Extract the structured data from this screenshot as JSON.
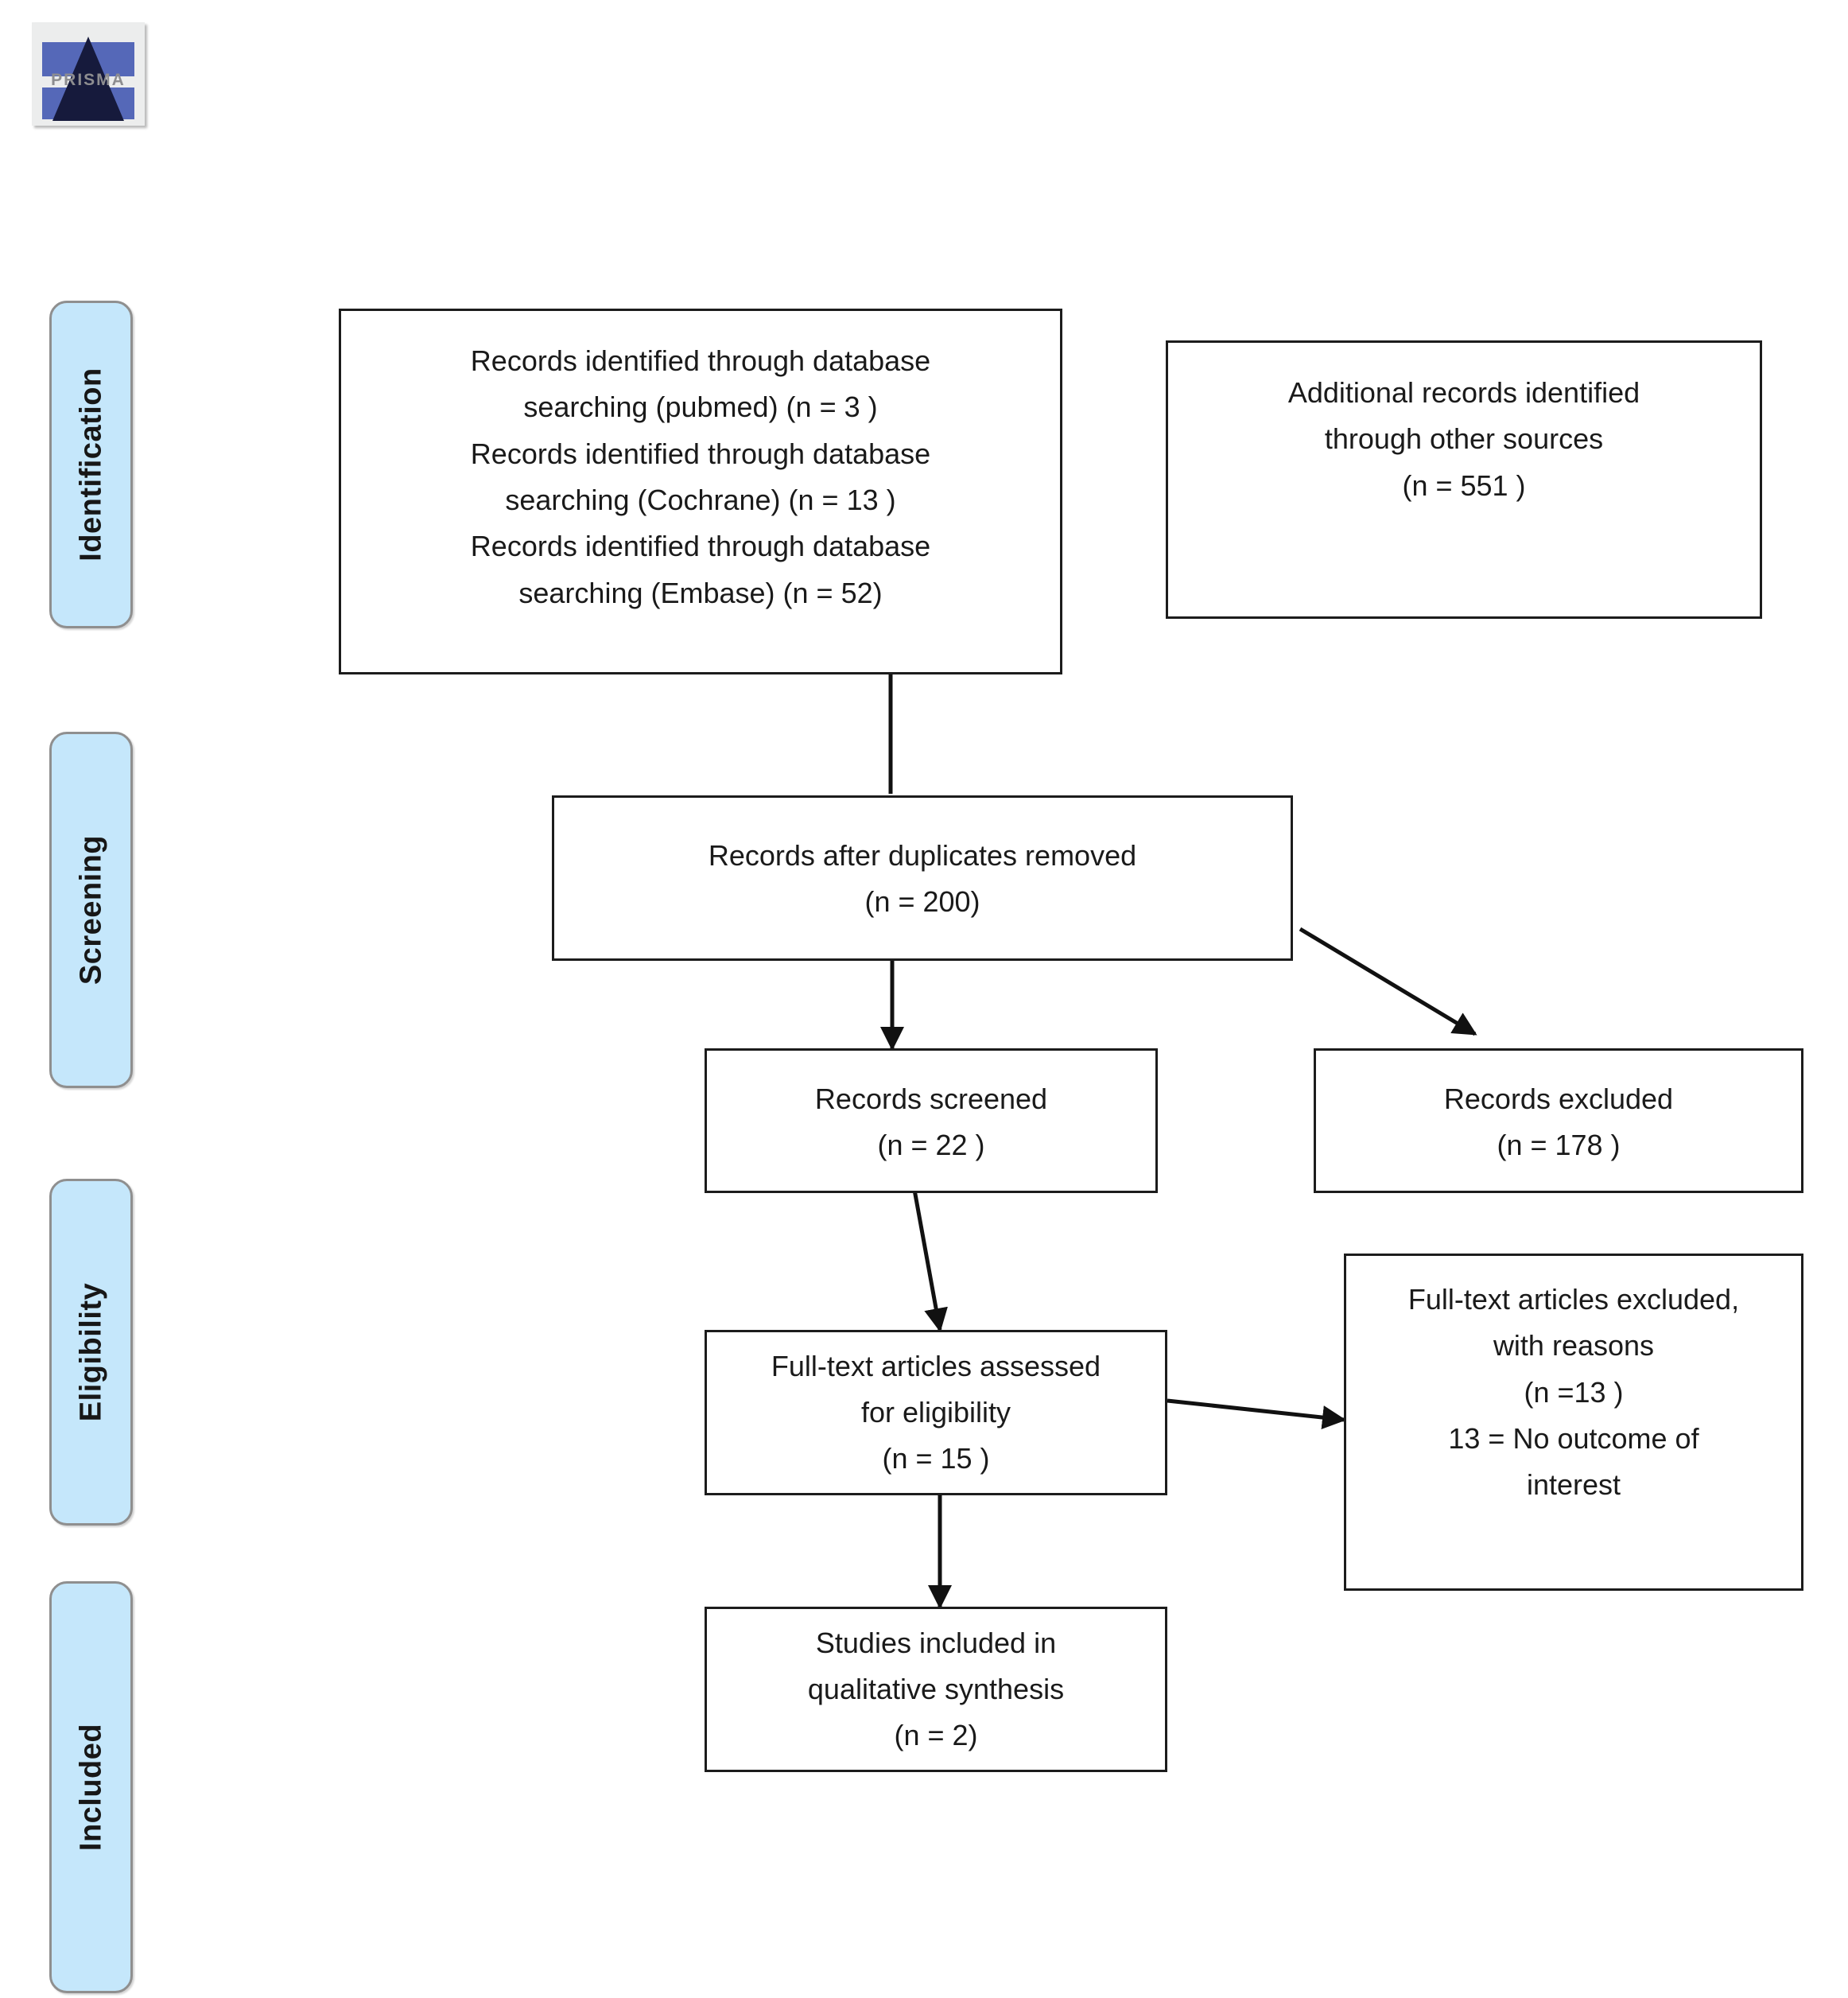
{
  "logo": {
    "wordmark": "PRISMA",
    "band_color": "#5568b8",
    "pyramid_color": "#161a3c"
  },
  "stages": [
    {
      "label": "Identification"
    },
    {
      "label": "Screening"
    },
    {
      "label": "Eligibility"
    },
    {
      "label": "Included"
    }
  ],
  "stage_style": {
    "fill": "#c5e7fb",
    "border": "#8f8f8f"
  },
  "boxes": {
    "database_search": {
      "lines": [
        "Records identified through database",
        "searching (pubmed) (n =  3  )",
        "Records identified through database",
        "searching (Cochrane) (n =  13 )",
        "Records identified through database",
        "searching (Embase) (n =  52)"
      ]
    },
    "other_sources": {
      "lines": [
        "Additional records identified",
        "through other sources",
        "(n =  551 )"
      ]
    },
    "duplicates_removed": {
      "lines": [
        "Records after duplicates removed",
        "(n = 200)"
      ]
    },
    "records_screened": {
      "lines": [
        "Records screened",
        "(n = 22 )"
      ]
    },
    "records_excluded": {
      "lines": [
        "Records excluded",
        "(n = 178 )"
      ]
    },
    "fulltext_assessed": {
      "lines": [
        "Full-text articles assessed",
        "for eligibility",
        "(n = 15 )"
      ]
    },
    "fulltext_excluded": {
      "lines": [
        "Full-text articles excluded,",
        "with reasons",
        "(n =13  )",
        "13 = No outcome of",
        "interest"
      ]
    },
    "studies_included": {
      "lines": [
        "Studies included in",
        "qualitative synthesis",
        "(n = 2)"
      ]
    }
  },
  "chart_data": {
    "type": "diagram",
    "title": "PRISMA flow diagram",
    "nodes": [
      {
        "id": "database_search",
        "stage": "Identification",
        "n": [
          3,
          13,
          52
        ]
      },
      {
        "id": "other_sources",
        "stage": "Identification",
        "n": 551
      },
      {
        "id": "duplicates_removed",
        "stage": "Screening",
        "n": 200
      },
      {
        "id": "records_screened",
        "stage": "Screening",
        "n": 22
      },
      {
        "id": "records_excluded",
        "stage": "Screening",
        "n": 178
      },
      {
        "id": "fulltext_assessed",
        "stage": "Eligibility",
        "n": 15
      },
      {
        "id": "fulltext_excluded",
        "stage": "Eligibility",
        "n": 13
      },
      {
        "id": "studies_included",
        "stage": "Included",
        "n": 2
      }
    ],
    "edges": [
      {
        "from": "database_search",
        "to": "duplicates_removed",
        "arrow": false
      },
      {
        "from": "duplicates_removed",
        "to": "records_screened",
        "arrow": true
      },
      {
        "from": "duplicates_removed",
        "to": "records_excluded",
        "arrow": true
      },
      {
        "from": "records_screened",
        "to": "fulltext_assessed",
        "arrow": true
      },
      {
        "from": "fulltext_assessed",
        "to": "fulltext_excluded",
        "arrow": true
      },
      {
        "from": "fulltext_assessed",
        "to": "studies_included",
        "arrow": true
      }
    ]
  }
}
